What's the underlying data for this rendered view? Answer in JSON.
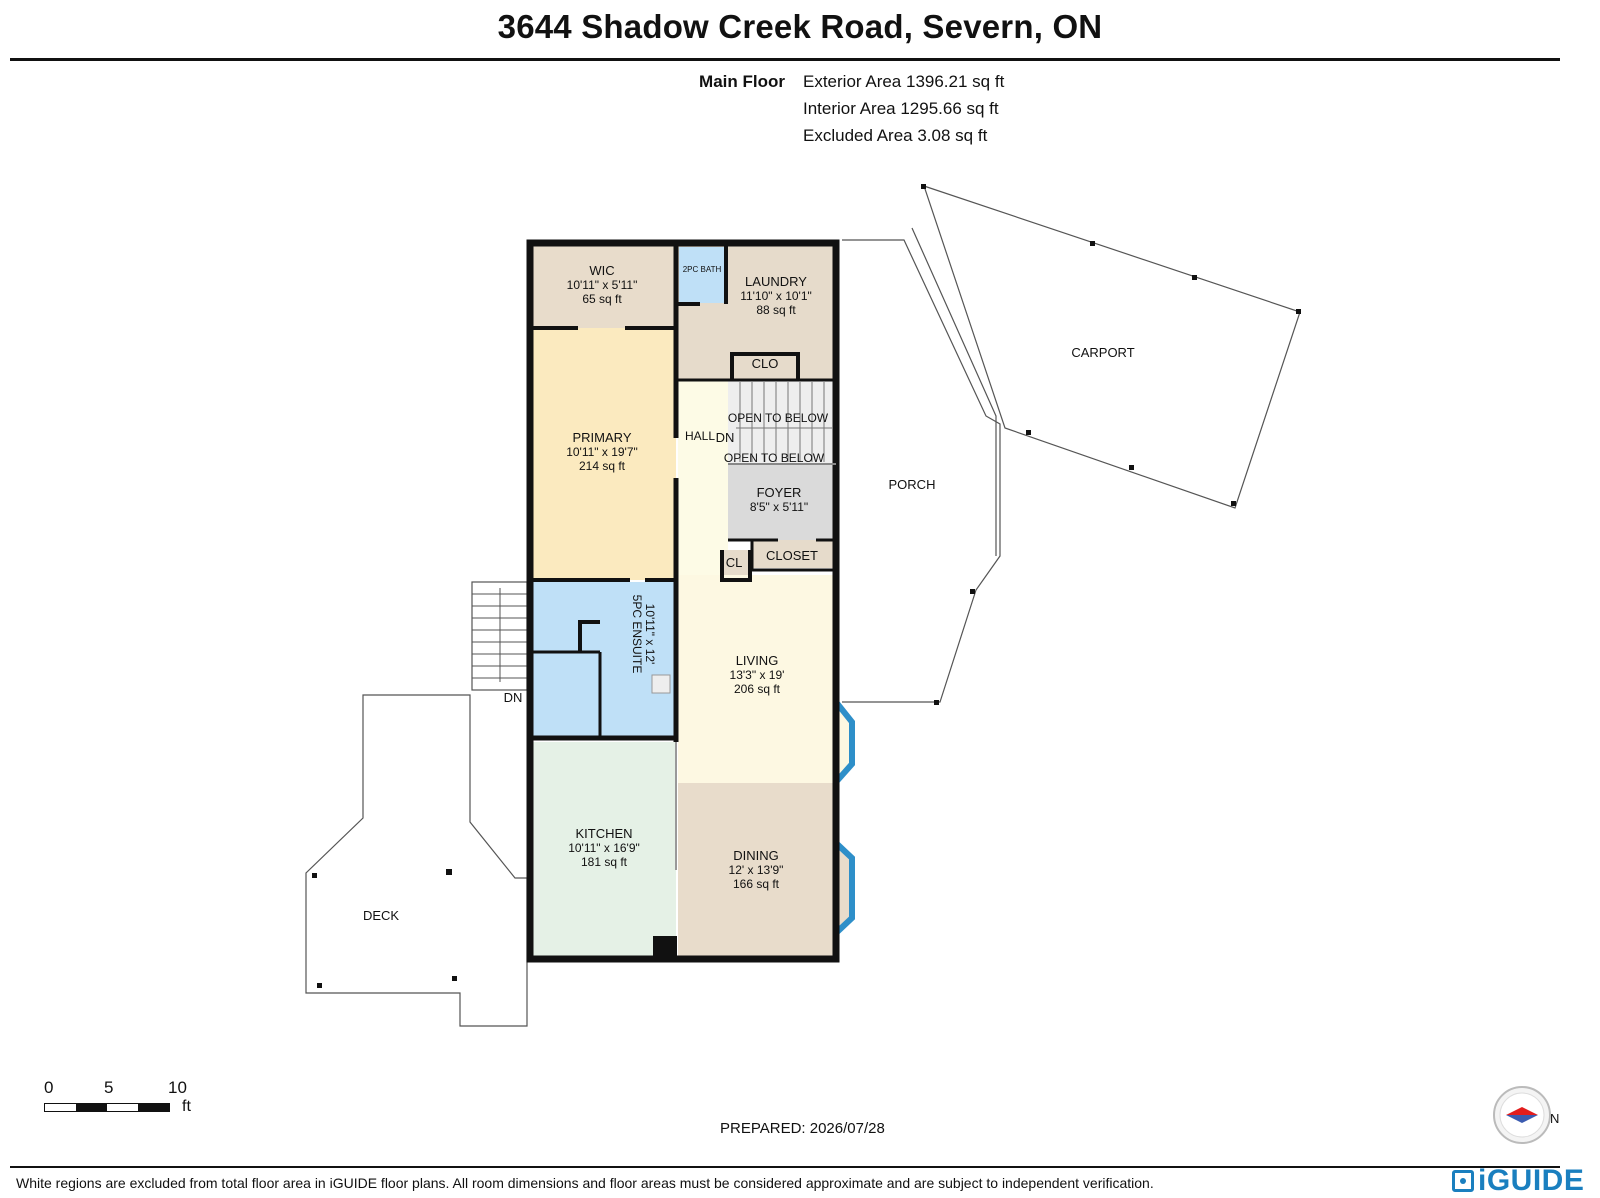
{
  "header": {
    "title": "3644 Shadow Creek Road, Severn, ON"
  },
  "areas": {
    "floor_label": "Main Floor",
    "exterior": "Exterior Area 1396.21 sq ft",
    "interior": "Interior Area 1295.66 sq ft",
    "excluded": "Excluded Area 3.08 sq ft"
  },
  "rooms": {
    "wic": {
      "name": "WIC",
      "dims": "10'11\" x 5'11\"",
      "area": "65 sq ft"
    },
    "bath2": {
      "name": "2PC BATH"
    },
    "laundry": {
      "name": "LAUNDRY",
      "dims": "11'10\" x 10'1\"",
      "area": "88 sq ft"
    },
    "clo": {
      "name": "CLO"
    },
    "primary": {
      "name": "PRIMARY",
      "dims": "10'11\" x 19'7\"",
      "area": "214 sq ft"
    },
    "hall": {
      "name": "HALL"
    },
    "stairs_dn": "DN",
    "open_below_1": "OPEN TO BELOW",
    "open_below_2": "OPEN TO BELOW",
    "foyer": {
      "name": "FOYER",
      "dims": "8'5\" x 5'11\""
    },
    "cl": {
      "name": "CL"
    },
    "closet": {
      "name": "CLOSET"
    },
    "ensuite": {
      "name": "5PC ENSUITE",
      "dims": "10'11\" x 12'"
    },
    "living": {
      "name": "LIVING",
      "dims": "13'3\" x 19'",
      "area": "206 sq ft"
    },
    "kitchen": {
      "name": "KITCHEN",
      "dims": "10'11\" x 16'9\"",
      "area": "181 sq ft"
    },
    "dining": {
      "name": "DINING",
      "dims": "12' x 13'9\"",
      "area": "166 sq ft"
    },
    "porch": {
      "name": "PORCH"
    },
    "carport": {
      "name": "CARPORT"
    },
    "deck": {
      "name": "DECK"
    },
    "deck_dn": "DN"
  },
  "scale": {
    "t0": "0",
    "t5": "5",
    "t10": "10",
    "unit": "ft"
  },
  "prepared": "PREPARED: 2026/07/28",
  "compass": {
    "label": "N"
  },
  "footer": {
    "disclaimer": "White regions are excluded from total floor area in iGUIDE floor plans. All room dimensions and floor areas must be considered approximate and are subject to independent verification.",
    "brand": "iGUIDE"
  },
  "colors": {
    "wall": "#111111",
    "window": "#2e8fc9",
    "wic": "#e8dccb",
    "laundry": "#e6dbcb",
    "bath": "#bfe0f7",
    "primary": "#fbeabf",
    "hall": "#fdfbe6",
    "foyer": "#dadada",
    "kitchen": "#e5f1e6",
    "dining": "#e8dccb",
    "compass": "#e21d1d"
  }
}
